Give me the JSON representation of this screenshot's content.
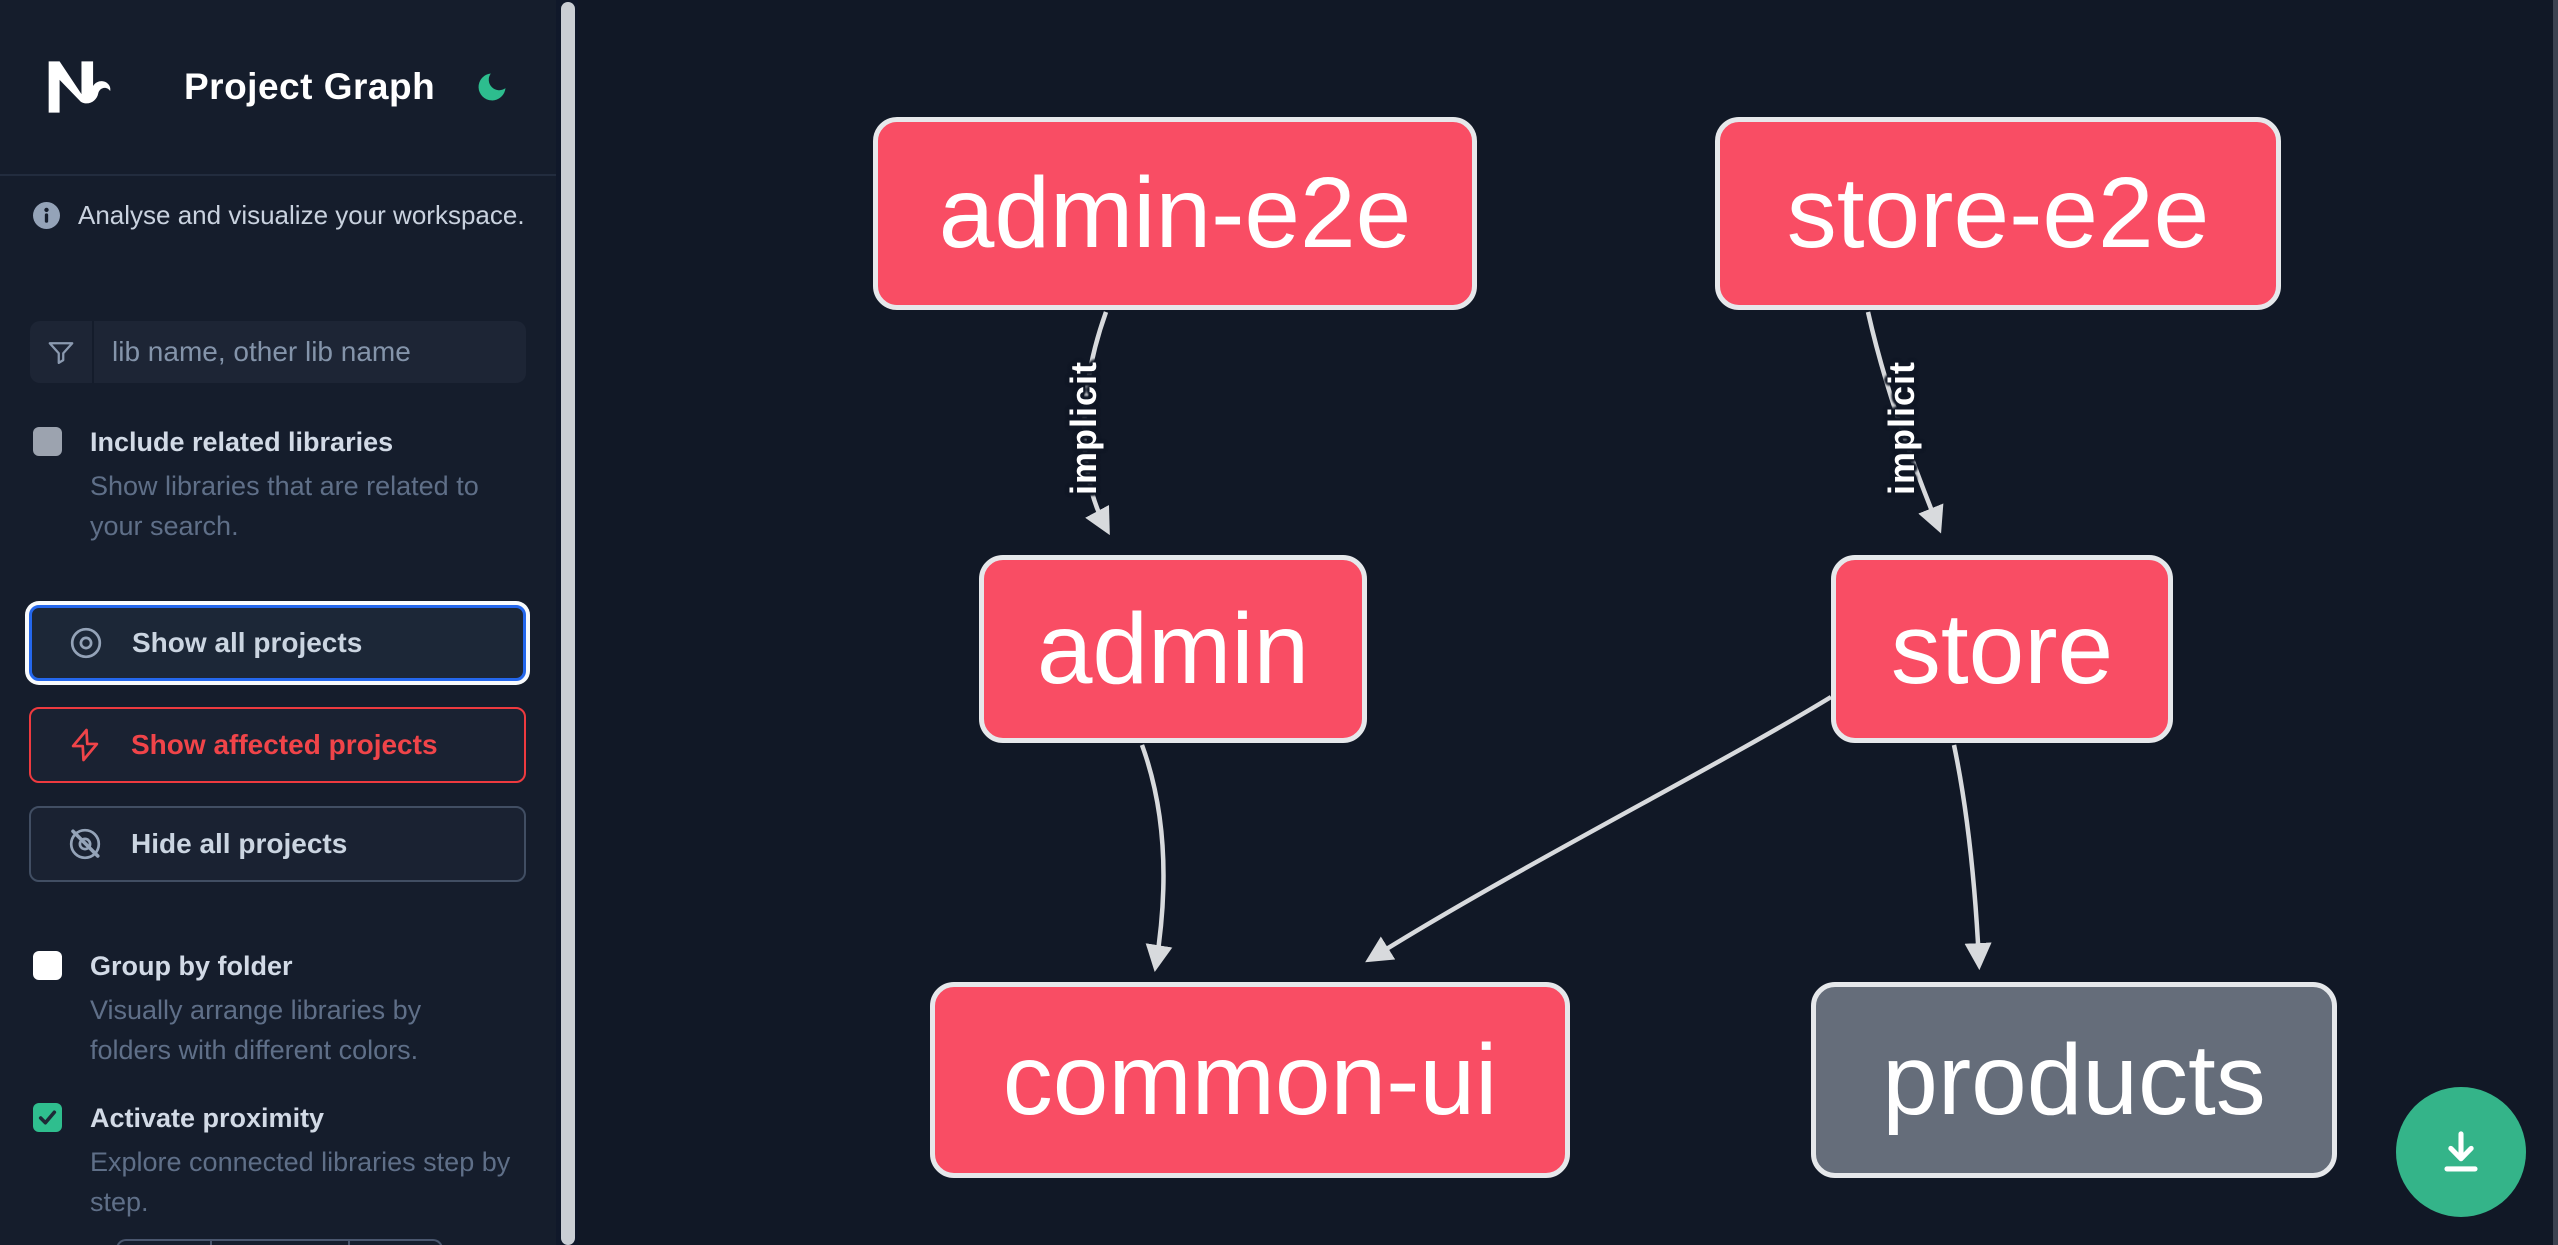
{
  "header": {
    "logo": "Nx",
    "title": "Project Graph"
  },
  "sidebar": {
    "tagline": "Analyse and visualize your workspace.",
    "search_placeholder": "lib name, other lib name",
    "checkboxes": [
      {
        "label": "Include related libraries",
        "description": "Show libraries that are related to your search.",
        "checked": false
      },
      {
        "label": "Group by folder",
        "description": "Visually arrange libraries by folders with different colors.",
        "checked": false
      },
      {
        "label": "Activate proximity",
        "description": "Explore connected libraries step by step.",
        "checked": true
      }
    ],
    "buttons": [
      {
        "label": "Show all projects",
        "icon": "eye",
        "state": "focused"
      },
      {
        "label": "Show affected projects",
        "icon": "bolt",
        "state": "affected"
      },
      {
        "label": "Hide all projects",
        "icon": "eye-off",
        "state": "default"
      }
    ]
  },
  "graph": {
    "nodes": [
      {
        "id": "admin-e2e",
        "label": "admin-e2e",
        "color_role": "primary"
      },
      {
        "id": "store-e2e",
        "label": "store-e2e",
        "color_role": "primary"
      },
      {
        "id": "admin",
        "label": "admin",
        "color_role": "primary"
      },
      {
        "id": "store",
        "label": "store",
        "color_role": "primary"
      },
      {
        "id": "common-ui",
        "label": "common-ui",
        "color_role": "primary"
      },
      {
        "id": "products",
        "label": "products",
        "color_role": "muted"
      }
    ],
    "edges": [
      {
        "from": "admin-e2e",
        "to": "admin",
        "label": "implicit"
      },
      {
        "from": "store-e2e",
        "to": "store",
        "label": "implicit"
      },
      {
        "from": "admin",
        "to": "common-ui",
        "label": ""
      },
      {
        "from": "store",
        "to": "common-ui",
        "label": ""
      },
      {
        "from": "store",
        "to": "products",
        "label": ""
      }
    ]
  },
  "fab": {
    "icon": "download"
  },
  "colors": {
    "background": "#111826",
    "sidebar_background": "#151d2c",
    "node_primary": "#f94d64",
    "node_muted": "#656d7a",
    "node_border": "#e6e8eb",
    "edge": "#d8dadd",
    "accent_green": "#34b489",
    "focus_blue": "#2467ec",
    "affected_red": "#ee3a3f",
    "checkbox_green": "#2fbe8e"
  }
}
